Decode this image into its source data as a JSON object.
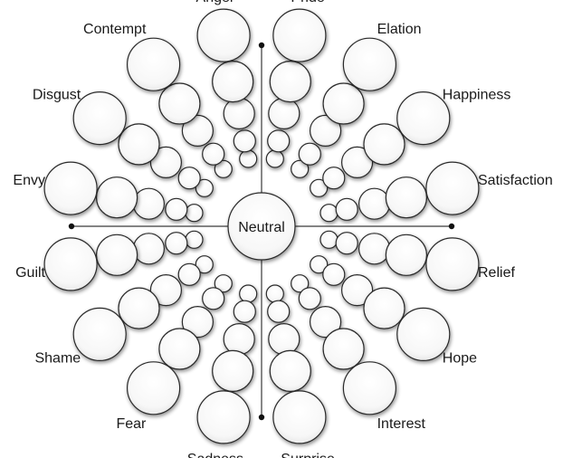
{
  "diagram": {
    "center": {
      "label": "Neutral"
    },
    "emotions": [
      {
        "label": "Pride"
      },
      {
        "label": "Elation"
      },
      {
        "label": "Happiness"
      },
      {
        "label": "Satisfaction"
      },
      {
        "label": "Relief"
      },
      {
        "label": "Hope"
      },
      {
        "label": "Interest"
      },
      {
        "label": "Surprise"
      },
      {
        "label": "Sadness"
      },
      {
        "label": "Fear"
      },
      {
        "label": "Shame"
      },
      {
        "label": "Guilt"
      },
      {
        "label": "Envy"
      },
      {
        "label": "Disgust"
      },
      {
        "label": "Contempt"
      },
      {
        "label": "Anger"
      }
    ],
    "intensity_levels": 5
  }
}
